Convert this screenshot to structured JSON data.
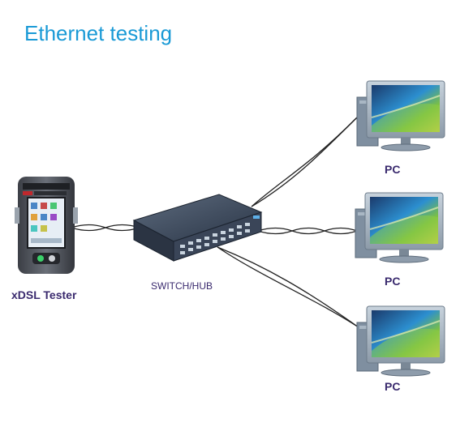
{
  "title": "Ethernet testing",
  "labels": {
    "tester": "xDSL Tester",
    "switch": "SWITCH/HUB",
    "pc_top": "PC",
    "pc_middle": "PC",
    "pc_bottom": "PC"
  },
  "colors": {
    "title": "#1a9ad6",
    "label": "#3a2a6e"
  }
}
